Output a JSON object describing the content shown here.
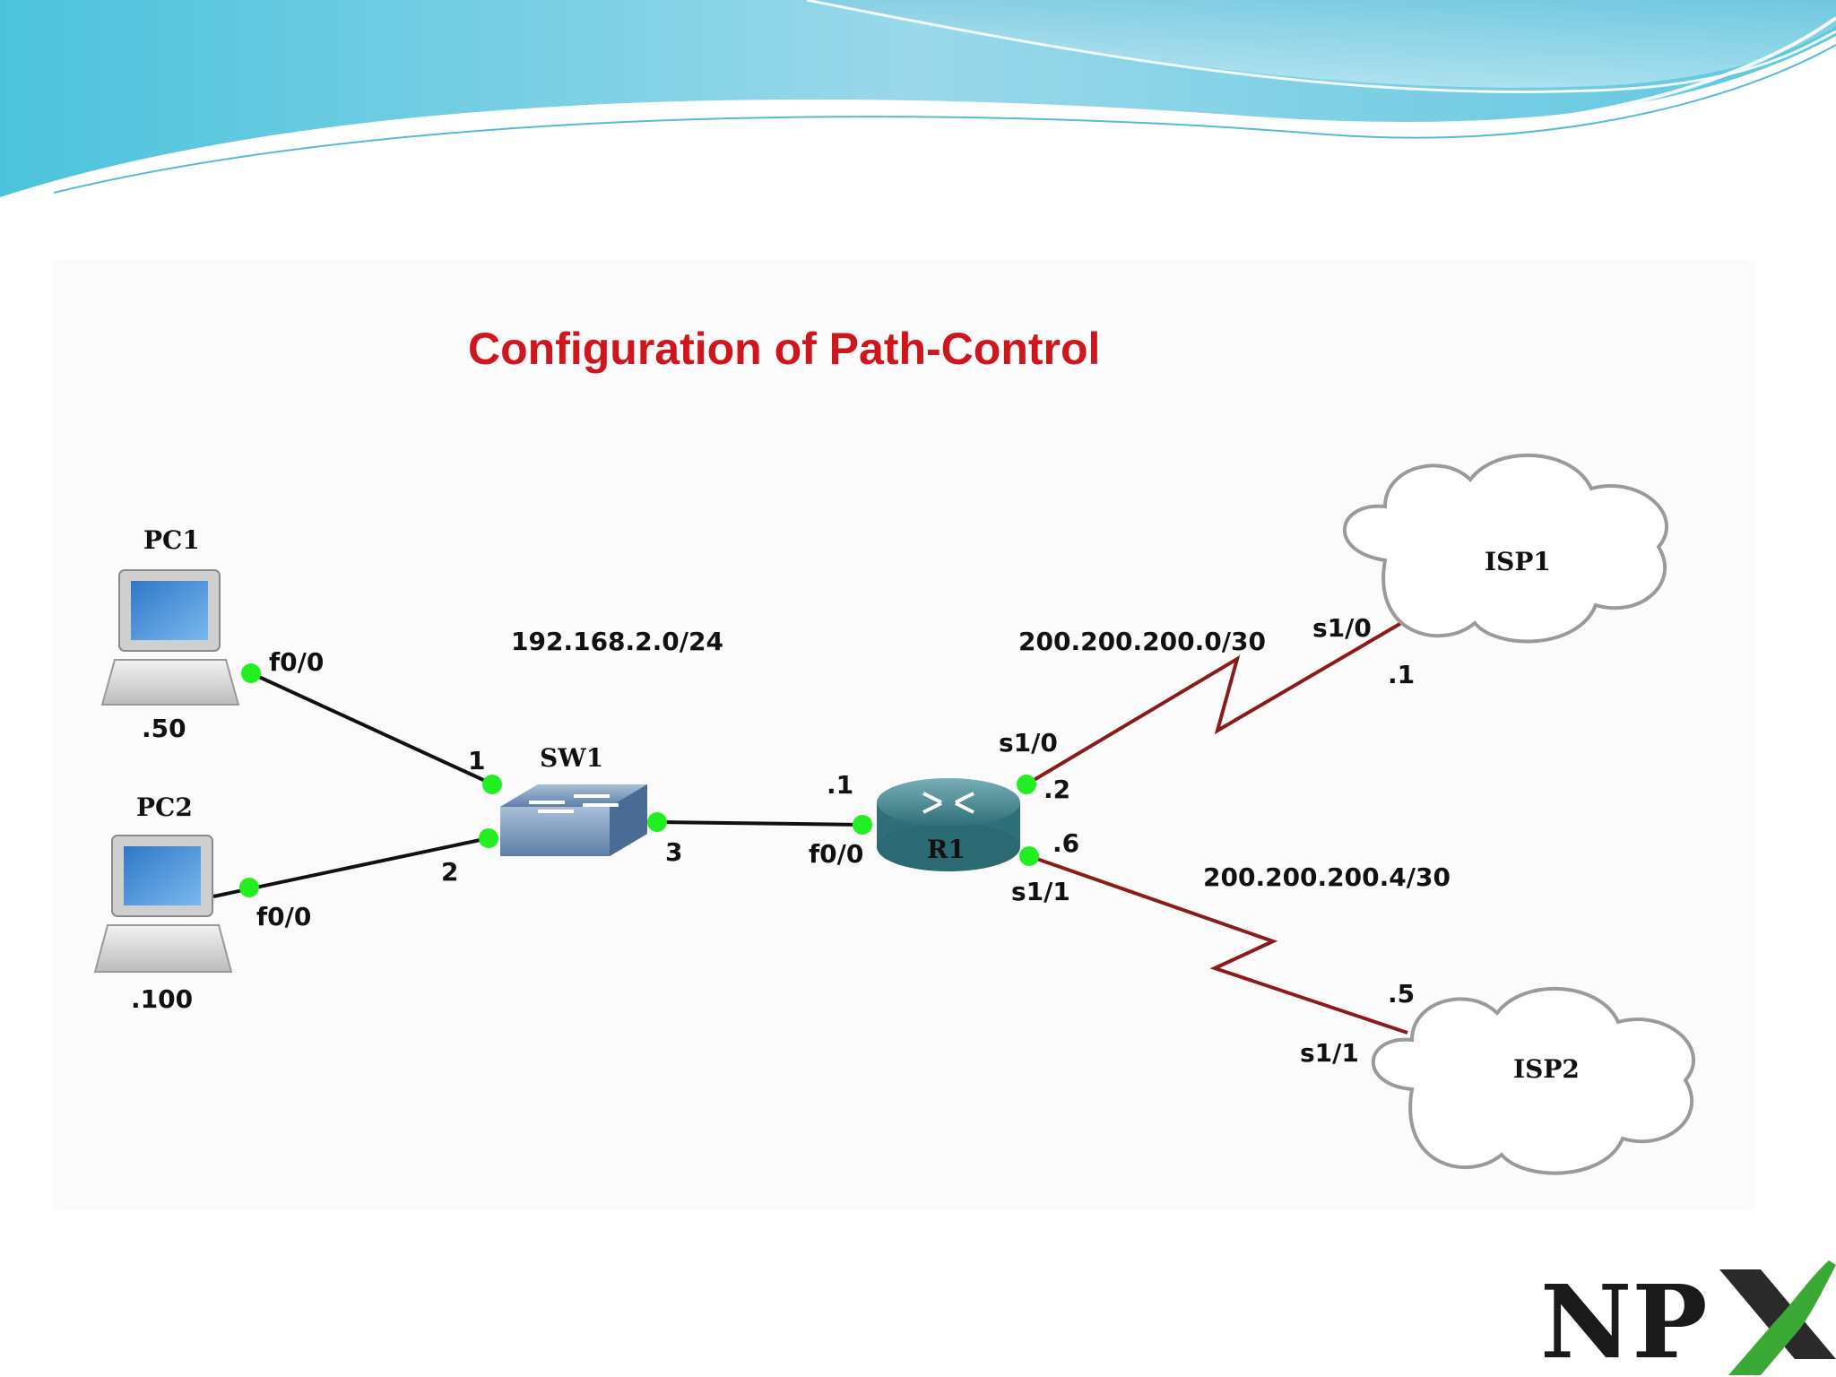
{
  "title": "Configuration of Path-Control",
  "networks": {
    "lan": "192.168.2.0/24",
    "wan1": "200.200.200.0/30",
    "wan2": "200.200.200.4/30"
  },
  "devices": {
    "pc1": {
      "name": "PC1",
      "interface": "f0/0",
      "host": ".50"
    },
    "pc2": {
      "name": "PC2",
      "interface": "f0/0",
      "host": ".100"
    },
    "sw1": {
      "name": "SW1",
      "port1": "1",
      "port2": "2",
      "port3": "3"
    },
    "r1": {
      "name": "R1",
      "f0": "f0/0",
      "f0_host": ".1",
      "s10": "s1/0",
      "s10_host": ".2",
      "s11": "s1/1",
      "s11_host": ".6"
    },
    "isp1": {
      "name": "ISP1",
      "interface": "s1/0",
      "host": ".1"
    },
    "isp2": {
      "name": "ISP2",
      "interface": "s1/1",
      "host": ".5"
    }
  },
  "logo": {
    "text": "NPX"
  },
  "colors": {
    "title": "#d0161d",
    "ethernet_link": "#111111",
    "serial_link": "#8b1a1a",
    "port_dot": "#22ee22",
    "banner_light": "#bfe7f2",
    "banner_dark": "#3fb6d3"
  }
}
